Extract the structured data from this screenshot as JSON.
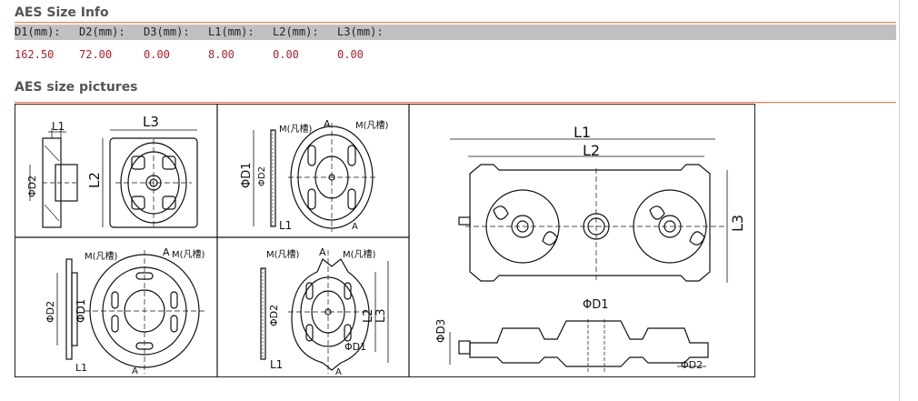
{
  "size_info": {
    "title": "AES Size Info",
    "columns": [
      "D1(mm):",
      "D2(mm):",
      "D3(mm):",
      "L1(mm):",
      "L2(mm):",
      "L3(mm):"
    ],
    "values": [
      "162.50",
      "72.00",
      "0.00",
      "8.00",
      "0.00",
      "0.00"
    ]
  },
  "pictures": {
    "title": "AES size pictures",
    "labels": {
      "L1": "L1",
      "L2": "L2",
      "L3": "L3",
      "D1": "ΦD1",
      "D2": "ΦD2",
      "D3": "ΦD3",
      "M": "M(凡槽)",
      "A": "A"
    }
  },
  "colors": {
    "accent_rule": "#e07a5a",
    "header_bg": "#c0c0c0",
    "value_text": "#b0202a"
  }
}
